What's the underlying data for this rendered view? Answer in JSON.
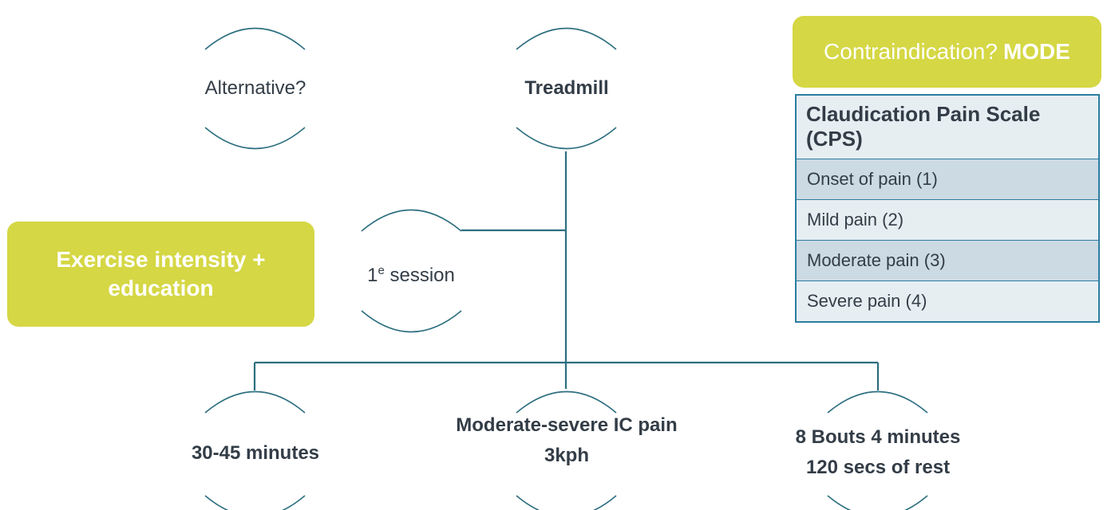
{
  "nodes": {
    "alternative": "Alternative?",
    "treadmill": "Treadmill",
    "first_session_num": "1",
    "first_session_sup": "e",
    "first_session_text": " session",
    "duration": "30-45 minutes",
    "intensity_line1": "Moderate-severe IC pain",
    "intensity_line2": "3kph",
    "bouts_line1": "8 Bouts 4 minutes",
    "bouts_line2": "120 secs of rest"
  },
  "callouts": {
    "exercise": "Exercise intensity + education",
    "mode_prefix": "Contraindication?",
    "mode_strong": "MODE"
  },
  "cps": {
    "title": "Claudication Pain Scale (CPS)",
    "rows": [
      "Onset of pain (1)",
      "Mild pain (2)",
      "Moderate pain (3)",
      "Severe pain (4)"
    ]
  },
  "colors": {
    "connector": "#2c6e7f",
    "callout": "#d5d744",
    "table_border": "#2c7da0"
  }
}
